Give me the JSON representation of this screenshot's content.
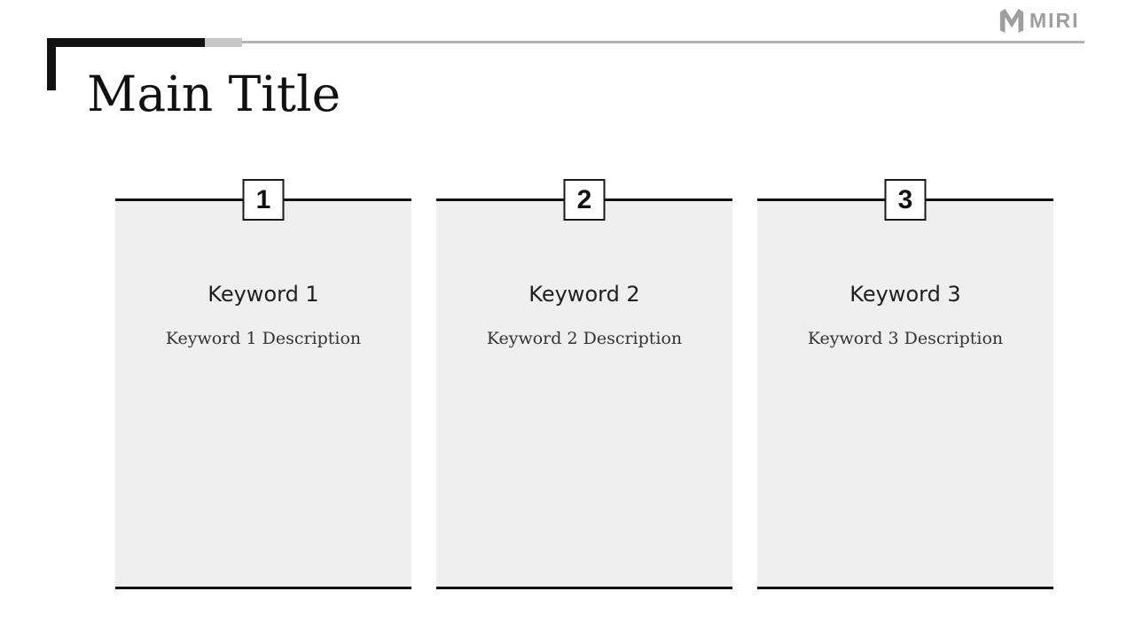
{
  "slide": {
    "title": "Main Title"
  },
  "logo": {
    "text": "MIRI",
    "icon": "miri-logo-mark",
    "color": "#9e9e9e"
  },
  "cards": [
    {
      "number": "1",
      "keyword": "Keyword 1",
      "description": "Keyword 1 Description"
    },
    {
      "number": "2",
      "keyword": "Keyword 2",
      "description": "Keyword 2 Description"
    },
    {
      "number": "3",
      "keyword": "Keyword 3",
      "description": "Keyword 3 Description"
    }
  ],
  "colors": {
    "card_background": "#efefef",
    "card_border": "#111111",
    "badge_background": "#ffffff",
    "badge_border": "#1a1a1a",
    "accent_black": "#111111",
    "accent_gray_segment": "#c6c6c6",
    "header_rule_gray": "#b3b3b3",
    "logo_gray": "#9e9e9e",
    "title_text": "#111111",
    "keyword_text": "#1f1f1f",
    "description_text": "#333333"
  }
}
